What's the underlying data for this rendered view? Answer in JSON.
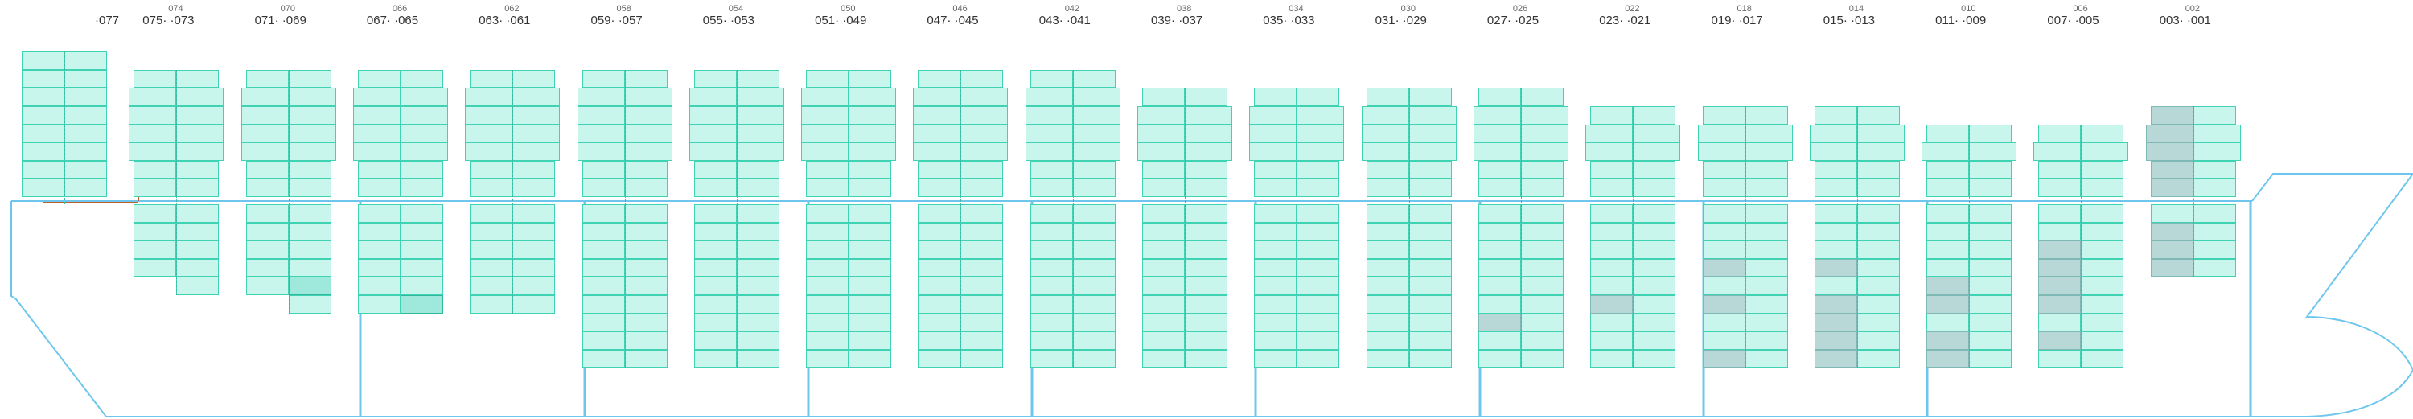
{
  "bays": [
    {
      "name": "bay-077",
      "label": "·077",
      "sub": "",
      "deck_rows": 8,
      "hold_rows": 0,
      "half": "single"
    },
    {
      "name": "bay-075-073",
      "label": "075·   ·073",
      "sub": "074",
      "deck_rows": 7,
      "hold_rows": 4,
      "hold_right_extra": 1
    },
    {
      "name": "bay-071-069",
      "label": "071·   ·069",
      "sub": "070",
      "deck_rows": 7,
      "hold_rows": 5,
      "hold_right_extra": 1,
      "hold_highlight": [
        [
          4,
          1
        ]
      ]
    },
    {
      "name": "bay-067-065",
      "label": "067·   ·065",
      "sub": "066",
      "deck_rows": 7,
      "hold_rows": 6,
      "hold_highlight": [
        [
          5,
          1
        ]
      ]
    },
    {
      "name": "bay-063-061",
      "label": "063·   ·061",
      "sub": "062",
      "deck_rows": 7,
      "hold_rows": 6
    },
    {
      "name": "bay-059-057",
      "label": "059·   ·057",
      "sub": "058",
      "deck_rows": 7,
      "hold_rows": 9
    },
    {
      "name": "bay-055-053",
      "label": "055·   ·053",
      "sub": "054",
      "deck_rows": 7,
      "hold_rows": 9
    },
    {
      "name": "bay-051-049",
      "label": "051·   ·049",
      "sub": "050",
      "deck_rows": 7,
      "hold_rows": 9
    },
    {
      "name": "bay-047-045",
      "label": "047·   ·045",
      "sub": "046",
      "deck_rows": 7,
      "hold_rows": 9
    },
    {
      "name": "bay-043-041",
      "label": "043·   ·041",
      "sub": "042",
      "deck_rows": 7,
      "hold_rows": 9
    },
    {
      "name": "bay-039-037",
      "label": "039·   ·037",
      "sub": "038",
      "deck_rows": 6,
      "hold_rows": 9
    },
    {
      "name": "bay-035-033",
      "label": "035·   ·033",
      "sub": "034",
      "deck_rows": 6,
      "hold_rows": 9
    },
    {
      "name": "bay-031-029",
      "label": "031·   ·029",
      "sub": "030",
      "deck_rows": 6,
      "hold_rows": 9
    },
    {
      "name": "bay-027-025",
      "label": "027·   ·025",
      "sub": "026",
      "deck_rows": 6,
      "hold_rows": 9,
      "hold_occ": [
        [
          6,
          0
        ]
      ]
    },
    {
      "name": "bay-023-021",
      "label": "023·   ·021",
      "sub": "022",
      "deck_rows": 5,
      "hold_rows": 9,
      "hold_occ": [
        [
          5,
          0
        ]
      ]
    },
    {
      "name": "bay-019-017",
      "label": "019·   ·017",
      "sub": "018",
      "deck_rows": 5,
      "hold_rows": 9,
      "hold_occ": [
        [
          3,
          0
        ],
        [
          5,
          0
        ],
        [
          8,
          0
        ]
      ]
    },
    {
      "name": "bay-015-013",
      "label": "015·   ·013",
      "sub": "014",
      "deck_rows": 5,
      "hold_rows": 9,
      "hold_occ": [
        [
          3,
          0
        ],
        [
          5,
          0
        ],
        [
          6,
          0
        ],
        [
          7,
          0
        ],
        [
          8,
          0
        ]
      ]
    },
    {
      "name": "bay-011-009",
      "label": "011·   ·009",
      "sub": "010",
      "deck_rows": 4,
      "hold_rows": 9,
      "hold_occ": [
        [
          4,
          0
        ],
        [
          5,
          0
        ],
        [
          7,
          0
        ],
        [
          8,
          0
        ]
      ]
    },
    {
      "name": "bay-007-005",
      "label": "007·   ·005",
      "sub": "006",
      "deck_rows": 4,
      "hold_rows": 9,
      "hold_occ": [
        [
          2,
          0
        ],
        [
          3,
          0
        ],
        [
          4,
          0
        ],
        [
          5,
          0
        ],
        [
          7,
          0
        ]
      ]
    },
    {
      "name": "bay-003-001",
      "label": "003·   ·001",
      "sub": "002",
      "deck_rows": 5,
      "hold_rows": 4,
      "deck_occ": [
        [
          0,
          0
        ],
        [
          1,
          0
        ],
        [
          2,
          0
        ],
        [
          3,
          0
        ],
        [
          4,
          0
        ]
      ],
      "hold_occ": [
        [
          1,
          0
        ],
        [
          2,
          0
        ],
        [
          3,
          0
        ]
      ]
    }
  ],
  "colors": {
    "slot_fill": "#c8f5ec",
    "slot_border": "#3fd3b4",
    "occupied_fill": "#b8d8d8",
    "hull_line": "#6ec6ec",
    "deck_line": "#6ec6ec",
    "accent_line": "#c0602a"
  }
}
